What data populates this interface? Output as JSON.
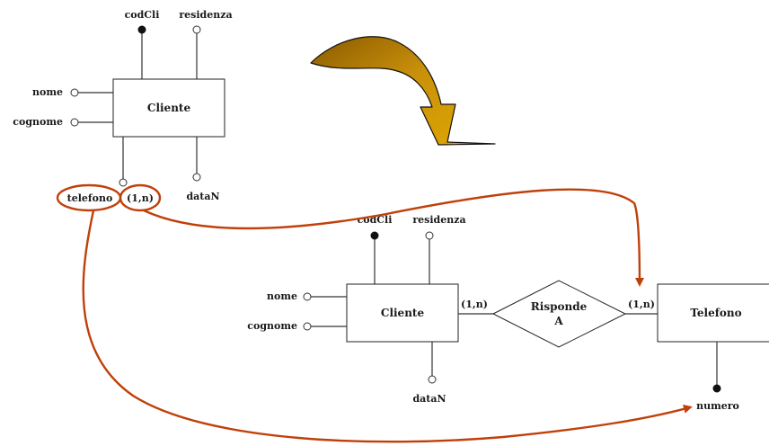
{
  "before": {
    "entity": "Cliente",
    "attr_codcli": "codCli",
    "attr_residenza": "residenza",
    "attr_nome": "nome",
    "attr_cognome": "cognome",
    "attr_telefono": "telefono",
    "card_telefono": "(1,n)",
    "attr_datan": "dataN"
  },
  "after": {
    "entity_cliente": "Cliente",
    "entity_telefono": "Telefono",
    "relation_line1": "Risponde",
    "relation_line2": "A",
    "card_cliente": "(1,n)",
    "card_telefono": "(1,n)",
    "attr_codcli": "codCli",
    "attr_residenza": "residenza",
    "attr_nome": "nome",
    "attr_cognome": "cognome",
    "attr_datan": "dataN",
    "attr_numero": "numero"
  },
  "colors": {
    "highlight": "#c0400a",
    "transform_arrow": "#b8860b"
  }
}
